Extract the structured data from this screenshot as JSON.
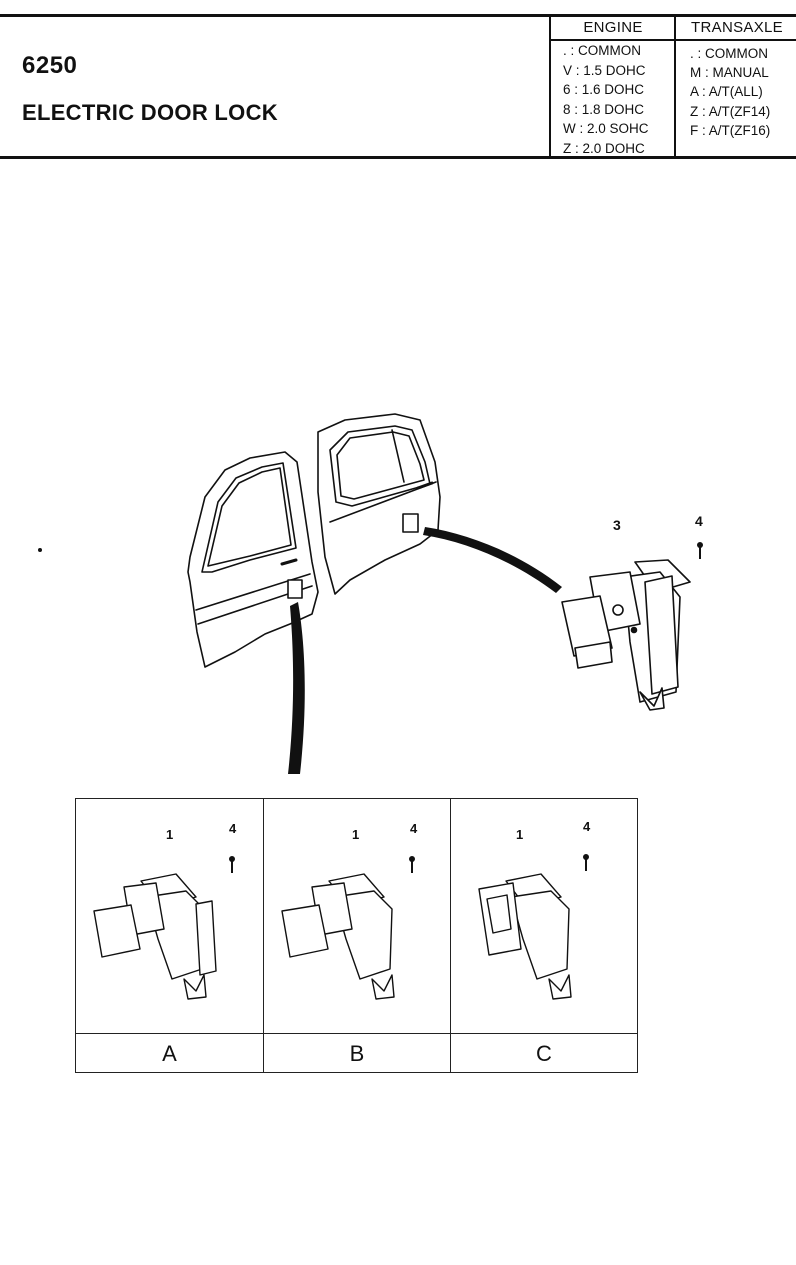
{
  "header": {
    "part_number": "6250",
    "title": "ELECTRIC DOOR LOCK"
  },
  "engine_codes": {
    "heading": "ENGINE",
    "items": [
      ". : COMMON",
      "V : 1.5 DOHC",
      "6 : 1.6 DOHC",
      "8 : 1.8 DOHC",
      "W : 2.0 SOHC",
      "Z : 2.0 DOHC"
    ]
  },
  "transaxle_codes": {
    "heading": "TRANSAXLE",
    "items": [
      ". : COMMON",
      "M : MANUAL",
      "A : A/T(ALL)",
      "Z : A/T(ZF14)",
      "F : A/T(ZF16)"
    ]
  },
  "main_diagram": {
    "callout_actuator": "3",
    "callout_screw": "4"
  },
  "variants": [
    {
      "label": "A",
      "callout_actuator": "1",
      "callout_screw": "4"
    },
    {
      "label": "B",
      "callout_actuator": "1",
      "callout_screw": "4"
    },
    {
      "label": "C",
      "callout_actuator": "1",
      "callout_screw": "4"
    }
  ]
}
